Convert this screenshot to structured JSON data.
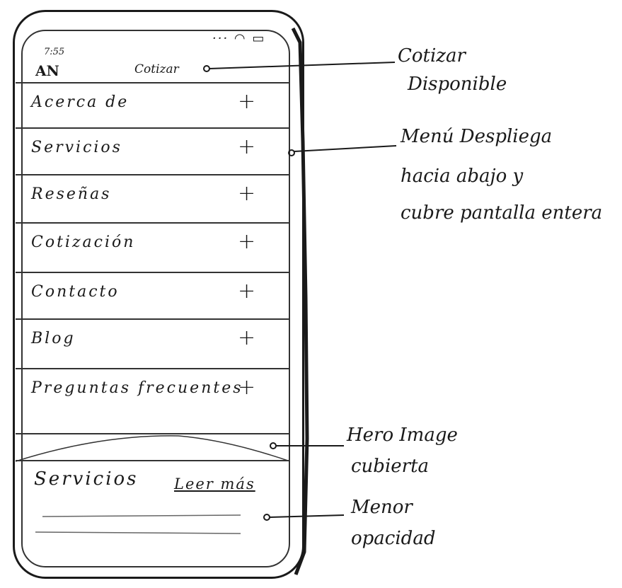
{
  "phone": {
    "status_time": "7:55",
    "status_icons": "··· ◠ ▭",
    "logo": "AN",
    "cotizar_link": "Cotizar"
  },
  "menu": {
    "items": [
      {
        "label": "Acerca de",
        "icon": "plus-icon"
      },
      {
        "label": "Servicios",
        "icon": "plus-icon"
      },
      {
        "label": "Reseñas",
        "icon": "plus-icon"
      },
      {
        "label": "Cotización",
        "icon": "plus-icon"
      },
      {
        "label": "Contacto",
        "icon": "plus-icon"
      },
      {
        "label": "Blog",
        "icon": "plus-icon"
      },
      {
        "label": "Preguntas frecuentes",
        "icon": "plus-icon"
      }
    ],
    "plus_symbol": "+"
  },
  "bottom": {
    "services_title": "Servicios",
    "read_more": "Leer más"
  },
  "annotations": {
    "cotizar": [
      "Cotizar",
      "Disponible"
    ],
    "menu": [
      "Menú Despliega",
      "hacia abajo y",
      "cubre pantalla entera"
    ],
    "hero": [
      "Hero Image",
      "cubierta"
    ],
    "opacity": [
      "Menor",
      "opacidad"
    ]
  }
}
